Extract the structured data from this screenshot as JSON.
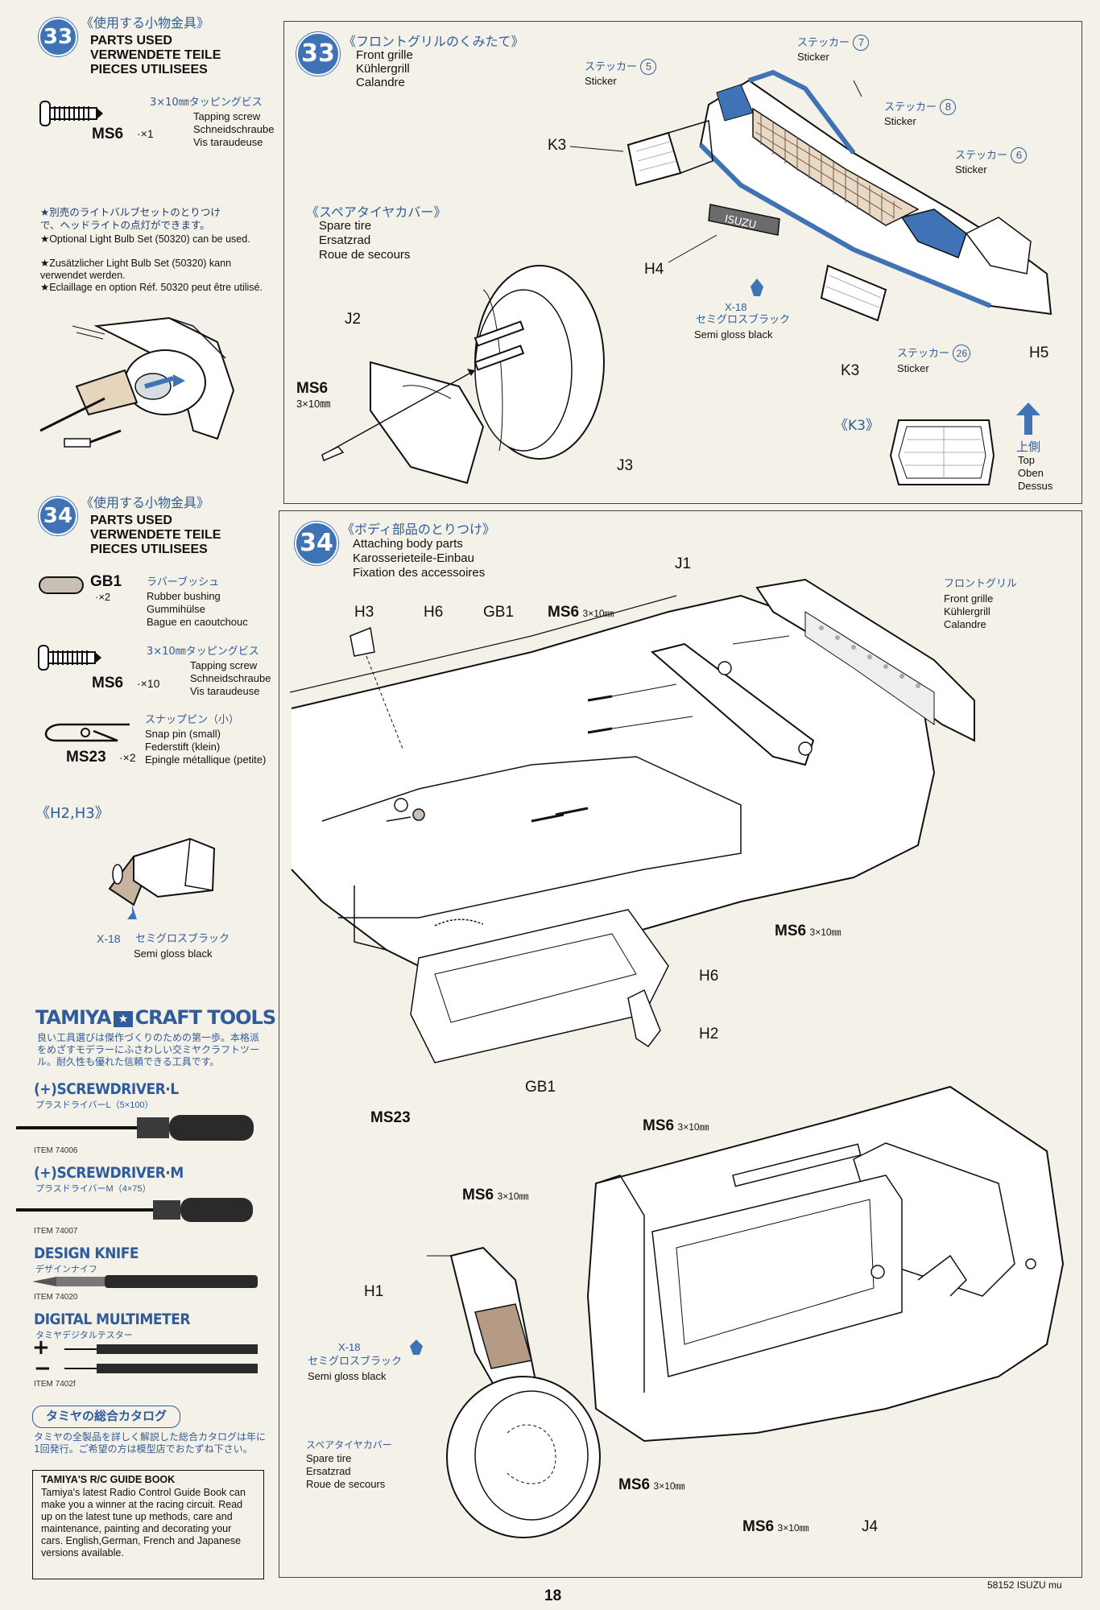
{
  "page_number": "18",
  "footer_code": "58152 ISUZU mu",
  "left_step33": {
    "number": "33",
    "title_jp": "《使用する小物金具》",
    "title_en": "PARTS USED",
    "title_de": "VERWENDETE TEILE",
    "title_fr": "PIECES UTILISEES",
    "screw": {
      "code": "MS6",
      "qty": "·×1",
      "jp": "3×10㎜タッピングビス",
      "en": "Tapping screw",
      "de": "Schneidschraube",
      "fr": "Vis taraudeuse"
    },
    "note_jp_1": "★別売のライトバルブセットのとりつけ",
    "note_jp_2": "で、ヘッドライトの点灯ができます。",
    "note_en": "★Optional Light Bulb Set (50320) can be used.",
    "note_de": "★Zusätzlicher Light Bulb Set (50320) kann verwendet werden.",
    "note_fr": "★Eclaillage en option Réf. 50320 peut être utilisé."
  },
  "left_step34": {
    "number": "34",
    "title_jp": "《使用する小物金具》",
    "title_en": "PARTS USED",
    "title_de": "VERWENDETE TEILE",
    "title_fr": "PIECES UTILISEES",
    "bushing": {
      "code": "GB1",
      "qty": "·×2",
      "jp": "ラバーブッシュ",
      "en": "Rubber bushing",
      "de": "Gummihülse",
      "fr": "Bague en caoutchouc"
    },
    "screw": {
      "code": "MS6",
      "qty": "·×10",
      "jp": "3×10㎜タッピングビス",
      "en": "Tapping screw",
      "de": "Schneidschraube",
      "fr": "Vis taraudeuse"
    },
    "pin": {
      "code": "MS23",
      "qty": "·×2",
      "jp": "スナップピン（小）",
      "en": "Snap pin (small)",
      "de": "Federstift (klein)",
      "fr": "Epingle métallique (petite)"
    },
    "mirror_label": "《H2,H3》",
    "paint_code": "X-18",
    "paint_jp": "セミグロスブラック",
    "paint_en": "Semi gloss black"
  },
  "craft_tools": {
    "brand": "TAMIYA",
    "heading": "CRAFT TOOLS",
    "intro_jp": "良い工具選びは傑作づくりのための第一歩。本格派をめざすモデラーにふさわしい交ミヤクラフトツール。耐久性も優れた信頼できる工具です。",
    "tools": [
      {
        "name": "(+)SCREWDRIVER·L",
        "jp": "プラスドライバーL（5×100）",
        "item": "ITEM 74006"
      },
      {
        "name": "(+)SCREWDRIVER·M",
        "jp": "プラスドライバーM（4×75）",
        "item": "ITEM 74007"
      },
      {
        "name": "DESIGN KNIFE",
        "jp": "デザインナイフ",
        "item": "ITEM 74020"
      },
      {
        "name": "DIGITAL MULTIMETER",
        "jp": "タミヤデジタルテスター",
        "item": "ITEM 7402f"
      }
    ],
    "catalog_title": "タミヤの総合カタログ",
    "catalog_jp": "タミヤの全製品を詳しく解説した総合カタログは年に1回発行。ご希望の方は模型店でおたずね下さい。",
    "rc_title": "TAMIYA'S R/C GUIDE BOOK",
    "rc_text": "Tamiya's latest Radio Control Guide Book can make you a winner at the racing circuit. Read up on the latest tune up methods, care and maintenance, painting and decorating your cars. English,German, French and Japanese versions available."
  },
  "panel33": {
    "number": "33",
    "title_jp": "《フロントグリルのくみたて》",
    "title_en": "Front grille",
    "title_de": "Kühlergrill",
    "title_fr": "Calandre",
    "sticker_jp": "ステッカー",
    "sticker_en": "Sticker",
    "stickers": [
      "7",
      "5",
      "8",
      "6",
      "26"
    ],
    "parts": [
      "K3",
      "H4",
      "K3",
      "H5",
      "J2",
      "J3",
      "MS6"
    ],
    "ms6_size": "3×10㎜",
    "paint_code": "X-18",
    "paint_jp": "セミグロスブラック",
    "paint_en": "Semi gloss black",
    "spare_jp": "《スペアタイヤカバー》",
    "spare_en": "Spare tire",
    "spare_de": "Ersatzrad",
    "spare_fr": "Roue de secours",
    "k3_label": "《K3》",
    "top_jp": "上側",
    "top_en": "Top",
    "top_de": "Oben",
    "top_fr": "Dessus"
  },
  "panel34": {
    "number": "34",
    "title_jp": "《ボディ部品のとりつけ》",
    "title_en": "Attaching body parts",
    "title_de": "Karosserieteile-Einbau",
    "title_fr": "Fixation des accessoires",
    "grille_jp": "フロントグリル",
    "grille_en": "Front grille",
    "grille_de": "Kühlergrill",
    "grille_fr": "Calandre",
    "labels": {
      "j1": "J1",
      "h3": "H3",
      "h6": "H6",
      "gb1": "GB1",
      "ms6": "MS6",
      "size": "3×10㎜",
      "h6b": "H6",
      "h2": "H2",
      "gb1b": "GB1",
      "ms23": "MS23",
      "h1": "H1",
      "j4": "J4"
    },
    "paint_code": "X-18",
    "paint_jp": "セミグロスブラック",
    "paint_en": "Semi gloss black",
    "spare_jp": "スペアタイヤカバー",
    "spare_en": "Spare tire",
    "spare_de": "Ersatzrad",
    "spare_fr": "Roue de secours"
  }
}
